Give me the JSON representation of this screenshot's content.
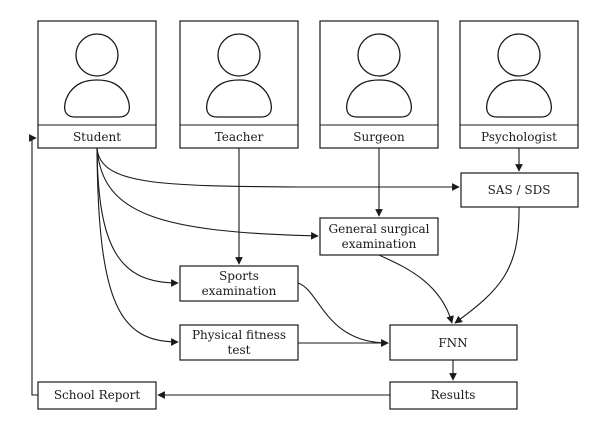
{
  "actors": {
    "student": "Student",
    "teacher": "Teacher",
    "surgeon": "Surgeon",
    "psychologist": "Psychologist"
  },
  "nodes": {
    "sas_sds": "SAS / SDS",
    "general_surgical_line1": "General surgical",
    "general_surgical_line2": "examination",
    "sports_line1": "Sports",
    "sports_line2": "examination",
    "fitness_line1": "Physical fitness",
    "fitness_line2": "test",
    "fnn": "FNN",
    "results": "Results",
    "school_report": "School Report"
  },
  "colors": {
    "stroke": "#1a1a1a",
    "background": "#ffffff"
  }
}
